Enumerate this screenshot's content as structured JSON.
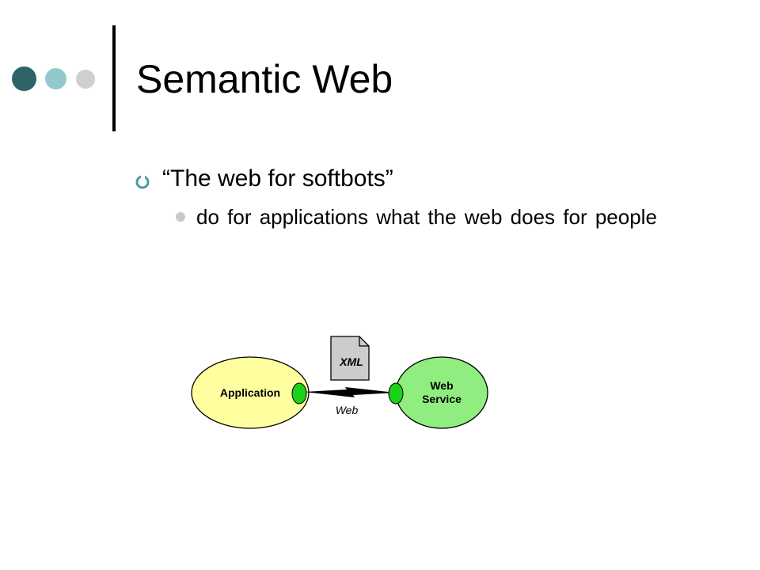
{
  "slide": {
    "title": "Semantic Web",
    "bullet": "“The web for softbots”",
    "sub_bullet": "do for applications what the web does for people"
  },
  "diagram": {
    "app_label": "Application",
    "service_line1": "Web",
    "service_line2": "Service",
    "doc_label": "XML",
    "link_label": "Web"
  },
  "colors": {
    "dot_dark": "#2e6468",
    "dot_mid": "#93c9cc",
    "dot_light": "#cfcfcf",
    "bullet_marker": "#4a9aa8",
    "sub_bullet_marker": "#c8c8c8",
    "app_fill": "#ffffa0",
    "service_fill": "#90ee80",
    "port_fill": "#19d219",
    "doc_fill": "#cccccc"
  }
}
